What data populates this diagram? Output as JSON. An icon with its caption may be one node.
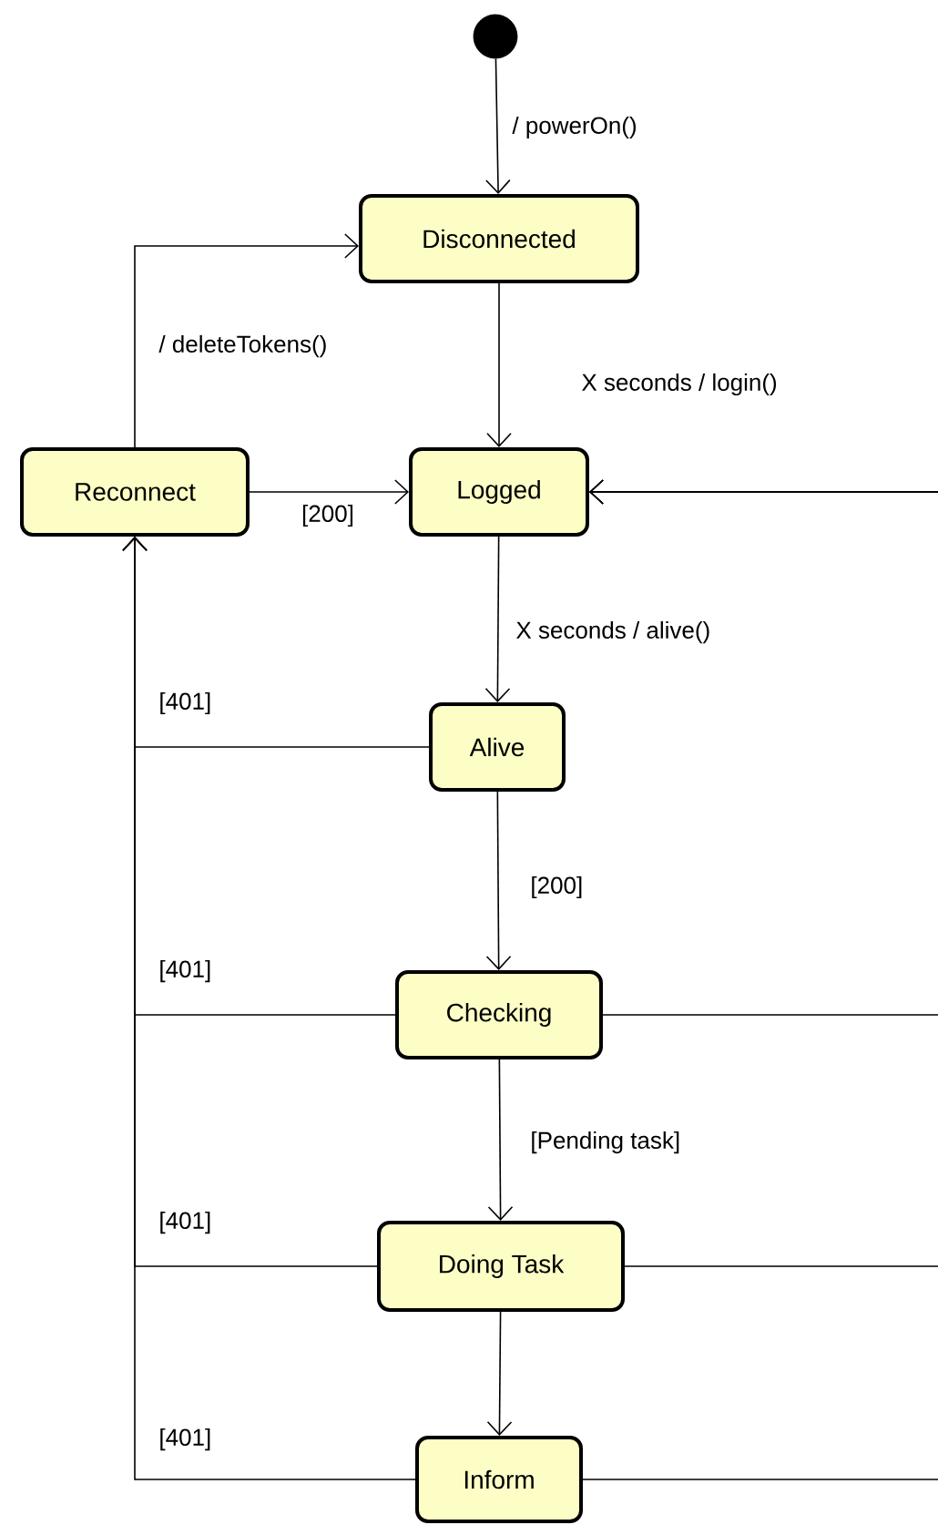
{
  "diagram": {
    "nodes": [
      {
        "text": [],
        "shape": "circle"
      },
      {
        "text": [
          "Disconnected"
        ]
      },
      {
        "text": [
          "Reconnect"
        ]
      },
      {
        "text": [
          "Logged"
        ]
      },
      {
        "text": [
          "Alive"
        ]
      },
      {
        "text": [
          "Checking"
        ]
      },
      {
        "text": [
          "Doing Task"
        ]
      },
      {
        "text": [
          "Inform"
        ]
      }
    ],
    "edges": [
      {
        "from": 0,
        "to": 1,
        "arrow": "to",
        "label": "/ powerOn()"
      },
      {
        "from": 1,
        "to": 3,
        "arrow": "to",
        "label": "X seconds / login()"
      },
      {
        "from": 2,
        "to": 1,
        "arrow": "to",
        "label": "/ deleteTokens()"
      },
      {
        "from": 2,
        "to": 3,
        "arrow": "to",
        "label": "[200]"
      },
      {
        "from": 3,
        "to": 4,
        "arrow": "to",
        "label": "X seconds / alive()"
      },
      {
        "from": 4,
        "to": 5,
        "arrow": "to",
        "label": "[200]"
      },
      {
        "from": 5,
        "to": 6,
        "arrow": "to",
        "label": "[Pending task]"
      },
      {
        "from": 6,
        "to": 7,
        "arrow": "to"
      },
      {
        "from": 4,
        "to": 2,
        "arrow": "to",
        "label": "[401]"
      },
      {
        "from": 5,
        "to": 2,
        "arrow": "to",
        "label": "[401]"
      },
      {
        "from": 6,
        "to": 2,
        "arrow": "to",
        "label": "[401]"
      },
      {
        "from": 7,
        "to": 2,
        "arrow": "to",
        "label": "[401]"
      },
      {
        "from": 5,
        "to": 3,
        "arrow": "to"
      },
      {
        "from": 6,
        "to": 3,
        "arrow": "to"
      },
      {
        "from": 7,
        "to": 3,
        "arrow": "to"
      }
    ]
  }
}
